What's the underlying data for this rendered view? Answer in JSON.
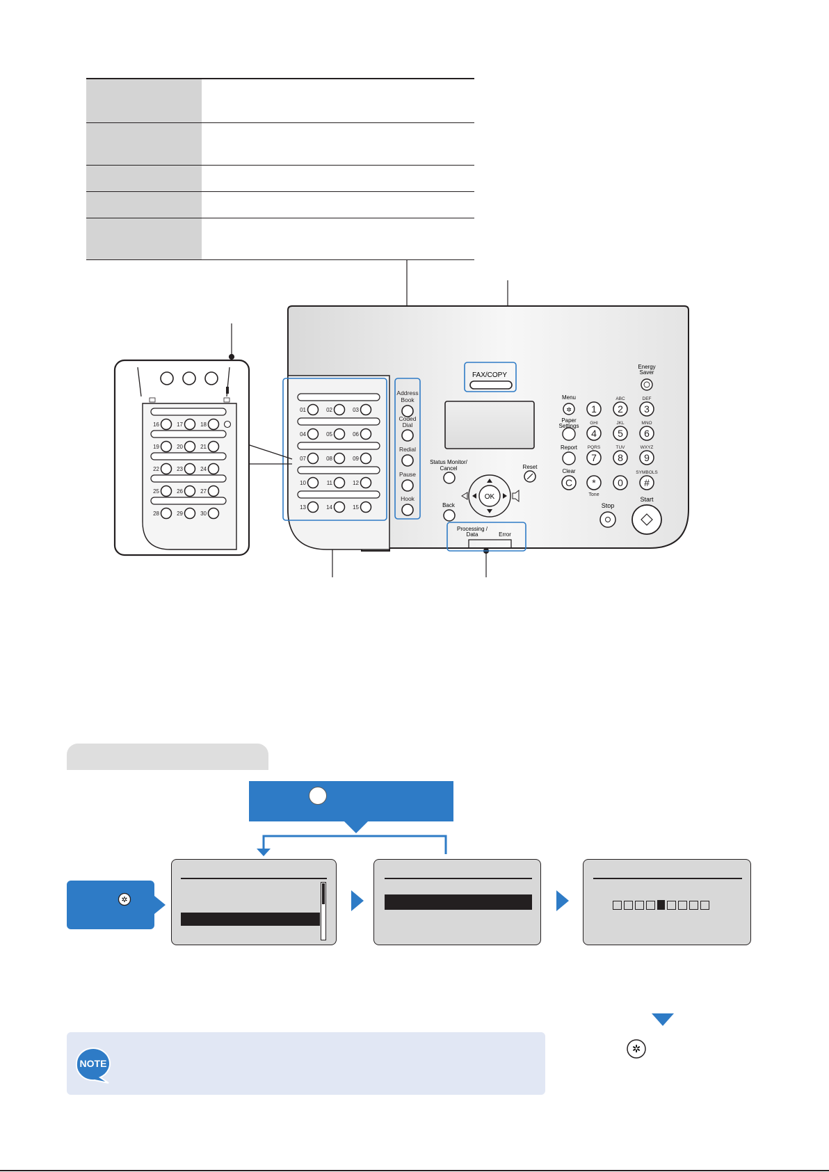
{
  "table": {
    "rows": [
      {
        "label": "",
        "desc": ""
      },
      {
        "label": "",
        "desc": ""
      },
      {
        "label": "",
        "desc": ""
      },
      {
        "label": "",
        "desc": ""
      },
      {
        "label": "",
        "desc": ""
      }
    ]
  },
  "panel": {
    "fax_copy": "FAX/COPY",
    "energy_saver": [
      "Energy",
      "Saver"
    ],
    "menu": "Menu",
    "paper_settings": [
      "Paper",
      "Settings"
    ],
    "report": "Report",
    "clear": "Clear",
    "reset": "Reset",
    "back": "Back",
    "status_monitor": [
      "Status Monitor/",
      "Cancel"
    ],
    "ok": "OK",
    "stop": "Stop",
    "start": "Start",
    "tone": "Tone",
    "processing": [
      "Processing /",
      "Data"
    ],
    "error": "Error",
    "address_book": [
      "Address",
      "Book"
    ],
    "coded_dial": [
      "Coded",
      "Dial"
    ],
    "redial": "Redial",
    "pause": "Pause",
    "hook": "Hook",
    "keys": [
      {
        "digit": "1",
        "letters": ""
      },
      {
        "digit": "2",
        "letters": "ABC"
      },
      {
        "digit": "3",
        "letters": "DEF"
      },
      {
        "digit": "4",
        "letters": "GHI"
      },
      {
        "digit": "5",
        "letters": "JKL"
      },
      {
        "digit": "6",
        "letters": "MNO"
      },
      {
        "digit": "7",
        "letters": "PQRS"
      },
      {
        "digit": "8",
        "letters": "TUV"
      },
      {
        "digit": "9",
        "letters": "WXYZ"
      },
      {
        "digit": "C",
        "letters": ""
      },
      {
        "digit": "*",
        "letters": ""
      },
      {
        "digit": "0",
        "letters": ""
      },
      {
        "digit": "#",
        "letters": "SYMBOLS"
      }
    ],
    "one_touch_main": [
      "01",
      "02",
      "03",
      "04",
      "05",
      "06",
      "07",
      "08",
      "09",
      "10",
      "11",
      "12",
      "13",
      "14",
      "15"
    ],
    "one_touch_inset": [
      "16",
      "17",
      "18",
      "19",
      "20",
      "21",
      "22",
      "23",
      "24",
      "25",
      "26",
      "27",
      "28",
      "29",
      "30"
    ]
  },
  "flow": {
    "callout_text": "",
    "start_label": ""
  },
  "note": {
    "badge": "NOTE"
  },
  "colors": {
    "accent": "#2e7bc6",
    "label_gray": "#d4d4d4",
    "note_bg": "#e1e7f4",
    "lcd": "#d8d8d8"
  }
}
